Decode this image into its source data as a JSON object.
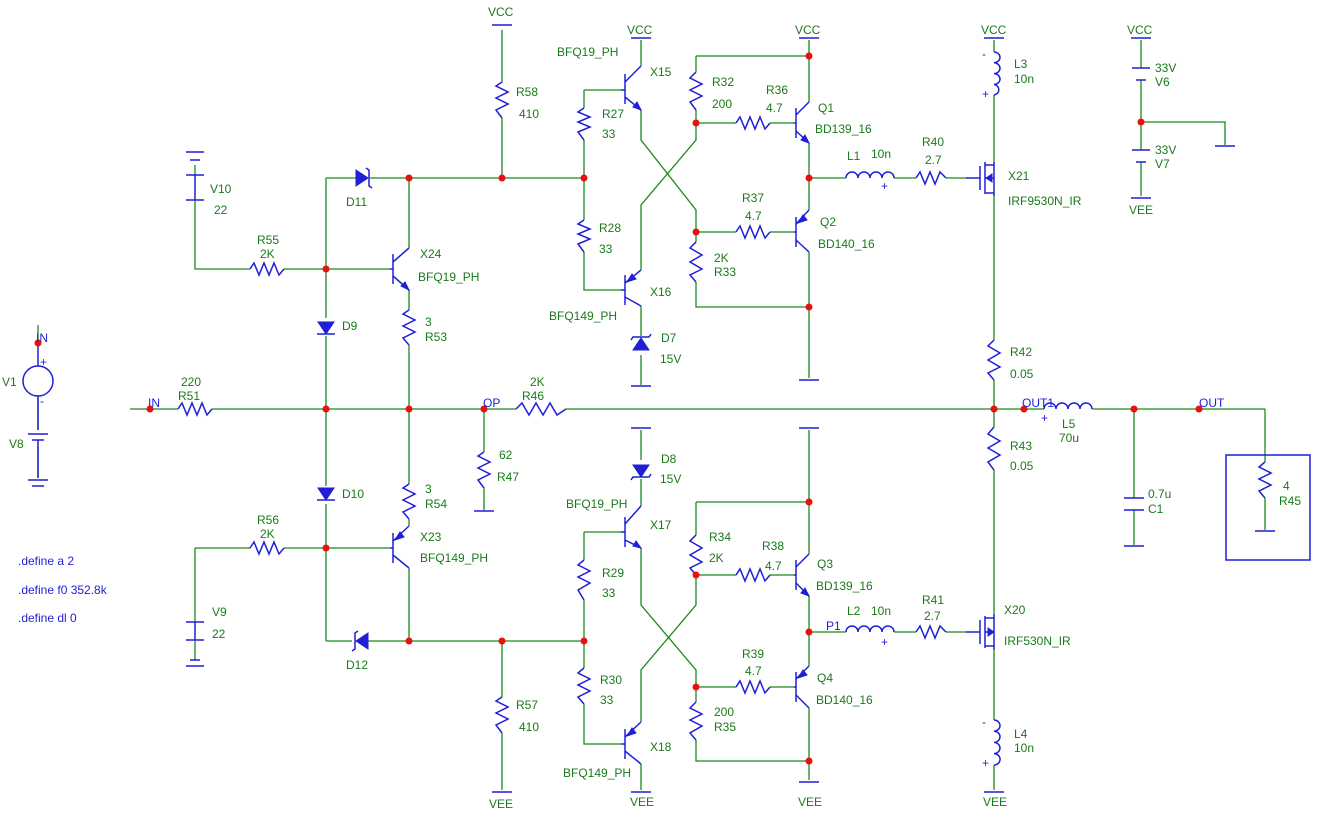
{
  "labels": {
    "vcc": "VCC",
    "vee": "VEE",
    "in": "IN",
    "op": "OP",
    "out": "OUT",
    "out1": "OUT1",
    "p1": "P1"
  },
  "sources": {
    "v1": {
      "name": "V1"
    },
    "v8": {
      "name": "V8"
    },
    "v10": {
      "name": "V10",
      "value": "22"
    },
    "v9": {
      "name": "V9",
      "value": "22"
    },
    "v6": {
      "name": "V6",
      "value": "33V"
    },
    "v7": {
      "name": "V7",
      "value": "33V"
    }
  },
  "resistors": {
    "r51": {
      "name": "R51",
      "value": "220"
    },
    "r55": {
      "name": "R55",
      "value": "2K"
    },
    "r56": {
      "name": "R56",
      "value": "2K"
    },
    "r58": {
      "name": "R58",
      "value": "410"
    },
    "r57": {
      "name": "R57",
      "value": "410"
    },
    "r53": {
      "name": "R53",
      "value": "3"
    },
    "r54": {
      "name": "R54",
      "value": "3"
    },
    "r46": {
      "name": "R46",
      "value": "2K"
    },
    "r47": {
      "name": "R47",
      "value": "62"
    },
    "r27": {
      "name": "R27",
      "value": "33"
    },
    "r28": {
      "name": "R28",
      "value": "33"
    },
    "r29": {
      "name": "R29",
      "value": "33"
    },
    "r30": {
      "name": "R30",
      "value": "33"
    },
    "r32": {
      "name": "R32",
      "value": "200"
    },
    "r33": {
      "name": "R33",
      "value": "2K"
    },
    "r34": {
      "name": "R34",
      "value": "2K"
    },
    "r35": {
      "name": "R35",
      "value": "200"
    },
    "r36": {
      "name": "R36",
      "value": "4.7"
    },
    "r37": {
      "name": "R37",
      "value": "4.7"
    },
    "r38": {
      "name": "R38",
      "value": "4.7"
    },
    "r39": {
      "name": "R39",
      "value": "4.7"
    },
    "r40": {
      "name": "R40",
      "value": "2.7"
    },
    "r41": {
      "name": "R41",
      "value": "2.7"
    },
    "r42": {
      "name": "R42",
      "value": "0.05"
    },
    "r43": {
      "name": "R43",
      "value": "0.05"
    },
    "r45": {
      "name": "R45",
      "value": "4"
    }
  },
  "inductors": {
    "l1": {
      "name": "L1",
      "value": "10n"
    },
    "l2": {
      "name": "L2",
      "value": "10n"
    },
    "l3": {
      "name": "L3",
      "value": "10n"
    },
    "l4": {
      "name": "L4",
      "value": "10n"
    },
    "l5": {
      "name": "L5",
      "value": "70u"
    }
  },
  "capacitors": {
    "c1": {
      "name": "C1",
      "value": "0.7u"
    }
  },
  "diodes": {
    "d7": {
      "name": "D7",
      "value": "15V"
    },
    "d8": {
      "name": "D8",
      "value": "15V"
    },
    "d9": {
      "name": "D9"
    },
    "d10": {
      "name": "D10"
    },
    "d11": {
      "name": "D11"
    },
    "d12": {
      "name": "D12"
    }
  },
  "transistors": {
    "x24": {
      "name": "X24",
      "model": "BFQ19_PH"
    },
    "x23": {
      "name": "X23",
      "model": "BFQ149_PH"
    },
    "x15": {
      "name": "X15",
      "model": "BFQ19_PH"
    },
    "x16": {
      "name": "X16",
      "model": "BFQ149_PH"
    },
    "x17": {
      "name": "X17",
      "model": "BFQ19_PH"
    },
    "x18": {
      "name": "X18",
      "model": "BFQ149_PH"
    },
    "q1": {
      "name": "Q1",
      "model": "BD139_16"
    },
    "q2": {
      "name": "Q2",
      "model": "BD140_16"
    },
    "q3": {
      "name": "Q3",
      "model": "BD139_16"
    },
    "q4": {
      "name": "Q4",
      "model": "BD140_16"
    },
    "x21": {
      "name": "X21",
      "model": "IRF9530N_IR"
    },
    "x20": {
      "name": "X20",
      "model": "IRF530N_IR"
    }
  },
  "polarity": {
    "plus": "+",
    "minus": "-"
  },
  "directives": [
    ".define a 2",
    ".define f0 352.8k",
    ".define dl 0"
  ],
  "colors": {
    "wire": "#1a8a1a",
    "component": "#1f1fd6",
    "node": "#e81010",
    "text": "#1a7a1a",
    "directive": "#1f1fd6"
  }
}
